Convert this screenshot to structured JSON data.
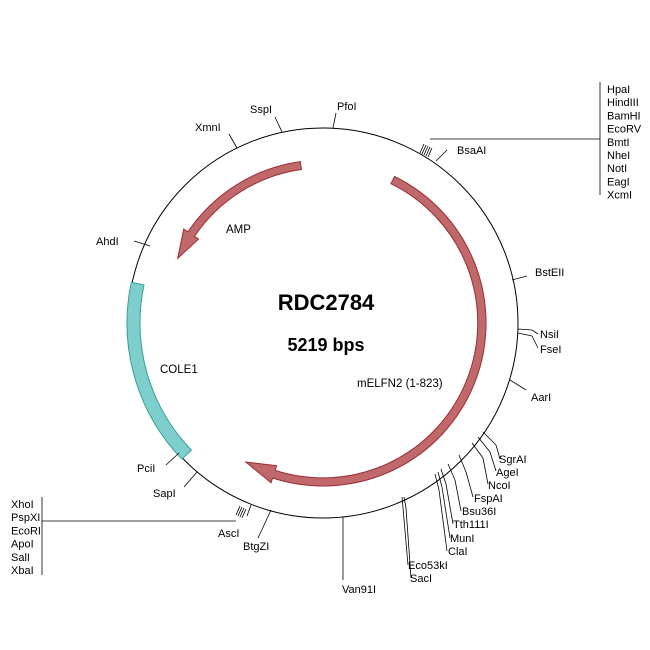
{
  "plasmid": {
    "name": "RDC2784",
    "size": "5219 bps"
  },
  "colors": {
    "backbone": "#000000",
    "gene_fill": "#c0686b",
    "gene_stroke": "#9a3033",
    "origin_fill": "#7ecfcc",
    "origin_stroke": "#3a9e9a"
  },
  "features": {
    "amp": "AMP",
    "melfn2": "mELFN2 (1-823)",
    "cole1": "COLE1"
  },
  "sites": {
    "pfoi": "PfoI",
    "sspi": "SspI",
    "xmni": "XmnI",
    "ahdi": "AhdI",
    "bsaai": "BsaAI",
    "bsteii": "BstEII",
    "nsii": "NsiI",
    "fsei": "FseI",
    "aari": "AarI",
    "sgrai": "SgrAI",
    "agei": "AgeI",
    "ncoi": "NcoI",
    "fspai": "FspAI",
    "bsu36i": "Bsu36I",
    "tth111i": "Tth111I",
    "muni": "MunI",
    "clai": "ClaI",
    "eco53ki": "Eco53kI",
    "saci": "SacI",
    "van91i": "Van91I",
    "btgzi": "BtgZI",
    "asci": "AscI",
    "sapi": "SapI",
    "pcii": "PciI"
  },
  "site_groups": {
    "top_right": [
      "HpaI",
      "HindIII",
      "BamHI",
      "EcoRV",
      "BmtI",
      "NheI",
      "NotI",
      "EagI",
      "XcmI"
    ],
    "bottom_left": [
      "XhoI",
      "PspXI",
      "EcoRI",
      "ApoI",
      "SalI",
      "XbaI"
    ]
  }
}
